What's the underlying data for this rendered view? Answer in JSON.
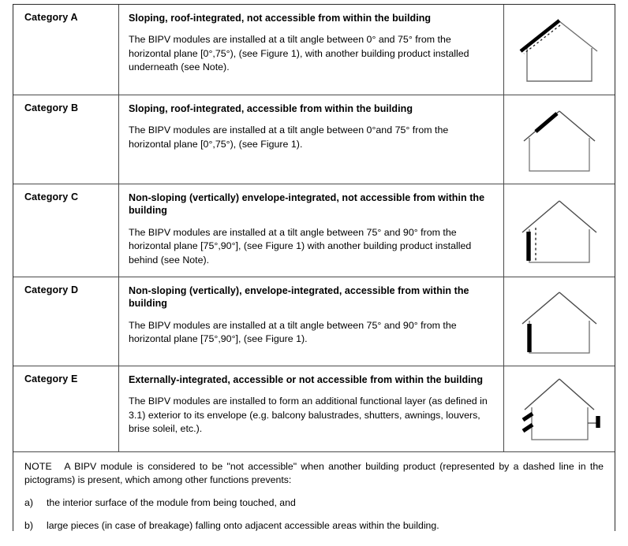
{
  "table": {
    "rows": [
      {
        "category": "Category A",
        "heading": "Sloping, roof-integrated, not accessible from within the building",
        "body": "The BIPV modules are installed at a tilt angle between 0° and 75° from the horizontal plane [0°,75°), (see Figure 1), with another building product installed underneath (see Note).",
        "pictogram": "house-roof-left-module-dashed"
      },
      {
        "category": "Category B",
        "heading": "Sloping, roof-integrated, accessible from within the building",
        "body": "The BIPV modules are installed at a tilt angle between 0°and 75° from the horizontal plane    [0°,75°), (see Figure 1).",
        "pictogram": "house-roof-left-module"
      },
      {
        "category": "Category C",
        "heading": "Non-sloping (vertically) envelope-integrated, not accessible from within the building",
        "body": "The BIPV modules are installed at a tilt angle between 75° and 90° from the horizontal plane [75°,90°], (see Figure 1) with another building product installed behind (see Note).",
        "pictogram": "house-wall-module-dashed"
      },
      {
        "category": "Category D",
        "heading": "Non-sloping (vertically), envelope-integrated, accessible from within the building",
        "body": "The BIPV modules are installed at a tilt angle between 75° and 90° from the horizontal plane [75°,90°], (see Figure 1).",
        "pictogram": "house-wall-module"
      },
      {
        "category": "Category E",
        "heading": "Externally-integrated, accessible or not accessible from within the building",
        "body": "The BIPV modules are installed to form an additional functional layer (as defined in 3.1) exterior to its envelope (e.g. balcony balustrades, shutters, awnings, louvers, brise soleil, etc.).",
        "pictogram": "house-external-louvers-awning"
      }
    ],
    "note": {
      "label": "NOTE",
      "paragraph": "A BIPV module is considered to be \"not accessible\" when another building product (represented by a dashed line in the pictograms) is present, which among other functions prevents:",
      "items": [
        {
          "mark": "a)",
          "text": "the interior surface of the module from being touched, and"
        },
        {
          "mark": "b)",
          "text": "large pieces (in case of breakage) falling onto adjacent accessible areas within the building."
        }
      ]
    }
  },
  "colors": {
    "border": "#2a2a2a",
    "inner_border": "#4a4a4a",
    "outline": "#6e6e6e",
    "module": "#000000",
    "background": "#ffffff"
  }
}
